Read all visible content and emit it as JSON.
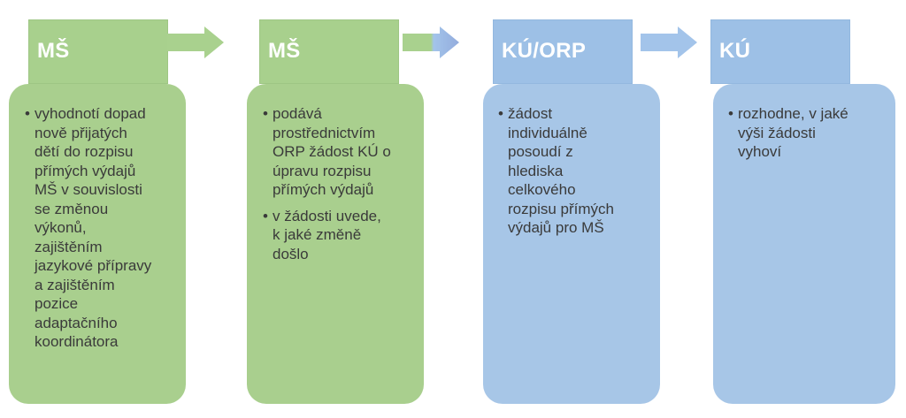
{
  "diagram": {
    "steps": [
      {
        "title": "MŠ",
        "items": [
          "vyhodnotí dopad\nnově přijatých\ndětí do rozpisu\npřímých výdajů\nMŠ v souvislosti\nse změnou\nvýkonů,\nzajištěním\njazykové přípravy\na zajištěním\npozice\nadaptačního\nkoordinátora"
        ]
      },
      {
        "title": "MŠ",
        "items": [
          "podává\nprostřednictvím\nORP žádost KÚ o\núpravu rozpisu\npřímých výdajů",
          "v žádosti  uvede,\nk jaké změně\ndošlo"
        ]
      },
      {
        "title": "KÚ/ORP",
        "items": [
          "žádost\nindividuálně\nposoudí z\nhlediska\ncelkového\nrozpisu přímých\nvýdajů pro  MŠ"
        ]
      },
      {
        "title": "KÚ",
        "items": [
          "rozhodne, v jaké\nvýši žádosti\nvyhoví"
        ]
      }
    ],
    "bullet_char": "•",
    "colors": {
      "green_body": "#a9cf8e",
      "green_header": "#a8d08d",
      "blue_body": "#a7c6e7",
      "blue_header": "#9dc0e6",
      "arrow_green": "#a9d18e",
      "arrow_blue": "#a3c4ea",
      "arrow_blend_end": "#93acdd",
      "text_body": "#3a3a3a",
      "text_header": "#ffffff"
    }
  }
}
